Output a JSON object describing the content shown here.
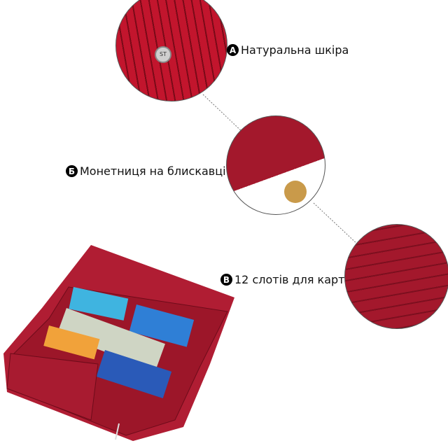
{
  "features": [
    {
      "badge": "A",
      "text": "Натуральна шкіра"
    },
    {
      "badge": "Б",
      "text": "Монетниця на блискавці"
    },
    {
      "badge": "В",
      "text": "12 слотів для карт"
    }
  ],
  "logo_text": "ST",
  "colors": {
    "leather": "#a3182c",
    "leather_dark": "#7d0f1f"
  }
}
